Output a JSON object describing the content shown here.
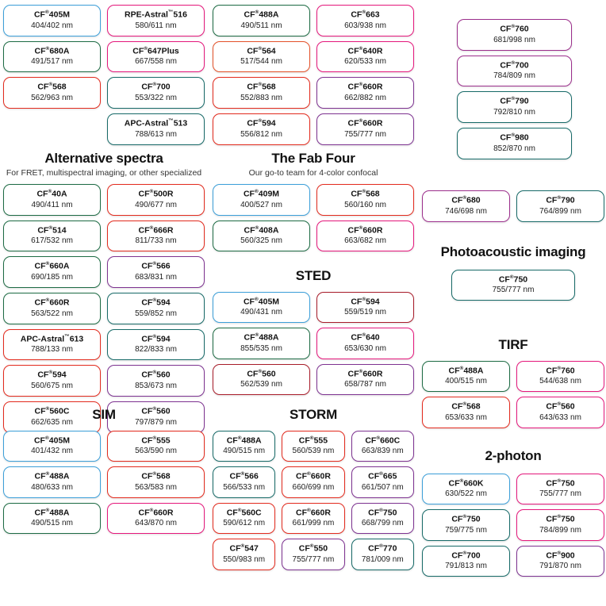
{
  "sections": {
    "top_left": {
      "title": "",
      "subtitle": "",
      "items": [
        {
          "name": "CF",
          "sup": "®",
          "num": "405M",
          "wl": "404/402 nm",
          "color": "blue"
        },
        {
          "name": "RPE-Astral",
          "sup": "™",
          "num": "516",
          "wl": "580/611 nm",
          "color": "magenta"
        },
        {
          "name": "CF",
          "sup": "®",
          "num": "680A",
          "wl": "491/517 nm",
          "color": "green"
        },
        {
          "name": "CF",
          "sup": "®",
          "num": "647Plus",
          "wl": "667/558 nm",
          "color": "magenta"
        },
        {
          "name": "CF",
          "sup": "®",
          "num": "568",
          "wl": "562/963 nm",
          "color": "red"
        },
        {
          "name": "CF",
          "sup": "®",
          "num": "700",
          "wl": "553/322 nm",
          "color": "teal"
        },
        {
          "name": "",
          "sup": "",
          "num": "",
          "wl": "",
          "color": "none"
        },
        {
          "name": "APC-Astral",
          "sup": "™",
          "num": "513",
          "wl": "788/613 nm",
          "color": "teal"
        }
      ]
    },
    "top_mid": {
      "items": [
        {
          "name": "CF",
          "sup": "®",
          "num": "488A",
          "wl": "490/511 nm",
          "color": "green"
        },
        {
          "name": "CF",
          "sup": "®",
          "num": "663",
          "wl": "603/938 nm",
          "color": "magenta"
        },
        {
          "name": "CF",
          "sup": "®",
          "num": "564",
          "wl": "517/544 nm",
          "color": "orange"
        },
        {
          "name": "CF",
          "sup": "®",
          "num": "640R",
          "wl": "620/533 nm",
          "color": "magenta"
        },
        {
          "name": "CF",
          "sup": "®",
          "num": "568",
          "wl": "552/883 nm",
          "color": "red"
        },
        {
          "name": "CF",
          "sup": "®",
          "num": "660R",
          "wl": "662/882 nm",
          "color": "purple"
        },
        {
          "name": "CF",
          "sup": "®",
          "num": "594",
          "wl": "556/812 nm",
          "color": "red"
        },
        {
          "name": "CF",
          "sup": "®",
          "num": "660R",
          "wl": "755/777 nm",
          "color": "purple"
        }
      ]
    },
    "top_right": {
      "items": [
        {
          "name": "CF",
          "sup": "®",
          "num": "760",
          "wl": "681/998 nm",
          "color": "plum"
        },
        {
          "name": "CF",
          "sup": "®",
          "num": "700",
          "wl": "784/809 nm",
          "color": "plum"
        },
        {
          "name": "CF",
          "sup": "®",
          "num": "790",
          "wl": "792/810 nm",
          "color": "teal"
        },
        {
          "name": "CF",
          "sup": "®",
          "num": "980",
          "wl": "852/870 nm",
          "color": "teal"
        }
      ]
    },
    "alternative_spectra": {
      "title": "Alternative spectra",
      "subtitle": "For FRET, multispectral imaging, or other specialized",
      "items": [
        {
          "name": "CF",
          "sup": "®",
          "num": "40A",
          "wl": "490/411 nm",
          "color": "green"
        },
        {
          "name": "CF",
          "sup": "®",
          "num": "500R",
          "wl": "490/677 nm",
          "color": "red"
        },
        {
          "name": "CF",
          "sup": "®",
          "num": "514",
          "wl": "617/532 nm",
          "color": "green"
        },
        {
          "name": "CF",
          "sup": "®",
          "num": "666R",
          "wl": "811/733 nm",
          "color": "red"
        },
        {
          "name": "CF",
          "sup": "®",
          "num": "660A",
          "wl": "690/185 nm",
          "color": "green"
        },
        {
          "name": "CF",
          "sup": "®",
          "num": "566",
          "wl": "683/831 nm",
          "color": "purple"
        },
        {
          "name": "CF",
          "sup": "®",
          "num": "660R",
          "wl": "563/522 nm",
          "color": "green"
        },
        {
          "name": "CF",
          "sup": "®",
          "num": "594",
          "wl": "559/852 nm",
          "color": "teal"
        },
        {
          "name": "APC-Astral",
          "sup": "™",
          "num": "613",
          "wl": "788/133 nm",
          "color": "red"
        },
        {
          "name": "CF",
          "sup": "®",
          "num": "594",
          "wl": "822/833 nm",
          "color": "teal"
        },
        {
          "name": "CF",
          "sup": "®",
          "num": "594",
          "wl": "560/675 nm",
          "color": "red"
        },
        {
          "name": "CF",
          "sup": "®",
          "num": "560",
          "wl": "853/673 nm",
          "color": "purple"
        },
        {
          "name": "CF",
          "sup": "®",
          "num": "560C",
          "wl": "662/635 nm",
          "color": "red"
        },
        {
          "name": "CF",
          "sup": "®",
          "num": "560",
          "wl": "797/879 nm",
          "color": "purple"
        }
      ]
    },
    "fab_four": {
      "title": "The Fab Four",
      "subtitle": "Our go-to team for 4-color confocal",
      "items": [
        {
          "name": "CF",
          "sup": "®",
          "num": "409M",
          "wl": "400/527 nm",
          "color": "blue"
        },
        {
          "name": "CF",
          "sup": "®",
          "num": "568",
          "wl": "560/160 nm",
          "color": "red"
        },
        {
          "name": "CF",
          "sup": "®",
          "num": "408A",
          "wl": "560/325 nm",
          "color": "green"
        },
        {
          "name": "CF",
          "sup": "®",
          "num": "660R",
          "wl": "663/682 nm",
          "color": "magenta"
        }
      ]
    },
    "sted": {
      "title": "STED",
      "subtitle": "",
      "items": [
        {
          "name": "CF",
          "sup": "®",
          "num": "405M",
          "wl": "490/431 nm",
          "color": "blue"
        },
        {
          "name": "CF",
          "sup": "®",
          "num": "594",
          "wl": "559/519 nm",
          "color": "darkred"
        },
        {
          "name": "CF",
          "sup": "®",
          "num": "488A",
          "wl": "855/535 nm",
          "color": "green"
        },
        {
          "name": "CF",
          "sup": "®",
          "num": "640",
          "wl": "653/630 nm",
          "color": "magenta"
        },
        {
          "name": "CF",
          "sup": "®",
          "num": "560",
          "wl": "562/539 nm",
          "color": "darkred"
        },
        {
          "name": "CF",
          "sup": "®",
          "num": "660R",
          "wl": "658/787 nm",
          "color": "purple"
        }
      ]
    },
    "sim": {
      "title": "SIM",
      "subtitle": "",
      "items": [
        {
          "name": "CF",
          "sup": "®",
          "num": "405M",
          "wl": "401/432 nm",
          "color": "blue"
        },
        {
          "name": "CF",
          "sup": "®",
          "num": "555",
          "wl": "563/590 nm",
          "color": "red"
        },
        {
          "name": "CF",
          "sup": "®",
          "num": "488A",
          "wl": "480/633 nm",
          "color": "blue"
        },
        {
          "name": "CF",
          "sup": "®",
          "num": "568",
          "wl": "563/583 nm",
          "color": "red"
        },
        {
          "name": "CF",
          "sup": "®",
          "num": "488A",
          "wl": "490/515 nm",
          "color": "green"
        },
        {
          "name": "CF",
          "sup": "®",
          "num": "660R",
          "wl": "643/870 nm",
          "color": "magenta"
        }
      ]
    },
    "storm": {
      "title": "STORM",
      "subtitle": "",
      "items": [
        {
          "name": "CF",
          "sup": "®",
          "num": "488A",
          "wl": "490/515 nm",
          "color": "teal"
        },
        {
          "name": "CF",
          "sup": "®",
          "num": "555",
          "wl": "560/539 nm",
          "color": "red"
        },
        {
          "name": "CF",
          "sup": "®",
          "num": "660C",
          "wl": "663/839 nm",
          "color": "purple"
        },
        {
          "name": "CF",
          "sup": "®",
          "num": "566",
          "wl": "566/533 nm",
          "color": "teal"
        },
        {
          "name": "CF",
          "sup": "®",
          "num": "660R",
          "wl": "660/699 nm",
          "color": "red"
        },
        {
          "name": "CF",
          "sup": "®",
          "num": "665",
          "wl": "661/507 nm",
          "color": "purple"
        },
        {
          "name": "CF",
          "sup": "®",
          "num": "560C",
          "wl": "590/612 nm",
          "color": "red"
        },
        {
          "name": "CF",
          "sup": "®",
          "num": "660R",
          "wl": "661/999 nm",
          "color": "red"
        },
        {
          "name": "CF",
          "sup": "®",
          "num": "750",
          "wl": "668/799 nm",
          "color": "purple"
        },
        {
          "name": "CF",
          "sup": "®",
          "num": "547",
          "wl": "550/983 nm",
          "color": "red"
        },
        {
          "name": "CF",
          "sup": "®",
          "num": "550",
          "wl": "755/777 nm",
          "color": "purple"
        },
        {
          "name": "CF",
          "sup": "®",
          "num": "770",
          "wl": "781/009 nm",
          "color": "teal"
        }
      ]
    },
    "right_pair": {
      "items": [
        {
          "name": "CF",
          "sup": "®",
          "num": "680",
          "wl": "746/698 nm",
          "color": "plum"
        },
        {
          "name": "CF",
          "sup": "®",
          "num": "790",
          "wl": "764/899 nm",
          "color": "teal"
        }
      ]
    },
    "photoacoustic": {
      "title": "Photoacoustic imaging",
      "subtitle": "",
      "items": [
        {
          "name": "CF",
          "sup": "®",
          "num": "750",
          "wl": "755/777 nm",
          "color": "teal"
        }
      ]
    },
    "tirf": {
      "title": "TIRF",
      "subtitle": "",
      "items": [
        {
          "name": "CF",
          "sup": "®",
          "num": "488A",
          "wl": "400/515 nm",
          "color": "green"
        },
        {
          "name": "CF",
          "sup": "®",
          "num": "760",
          "wl": "544/638 nm",
          "color": "magenta"
        },
        {
          "name": "CF",
          "sup": "®",
          "num": "568",
          "wl": "653/633 nm",
          "color": "red"
        },
        {
          "name": "CF",
          "sup": "®",
          "num": "560",
          "wl": "643/633 nm",
          "color": "magenta"
        }
      ]
    },
    "two_photon": {
      "title": "2-photon",
      "subtitle": "",
      "items": [
        {
          "name": "CF",
          "sup": "®",
          "num": "660K",
          "wl": "630/522 nm",
          "color": "blue"
        },
        {
          "name": "CF",
          "sup": "®",
          "num": "750",
          "wl": "755/777 nm",
          "color": "magenta"
        },
        {
          "name": "CF",
          "sup": "®",
          "num": "750",
          "wl": "759/775 nm",
          "color": "teal"
        },
        {
          "name": "CF",
          "sup": "®",
          "num": "750",
          "wl": "784/899 nm",
          "color": "magenta"
        },
        {
          "name": "CF",
          "sup": "®",
          "num": "700",
          "wl": "791/813 nm",
          "color": "teal"
        },
        {
          "name": "CF",
          "sup": "®",
          "num": "900",
          "wl": "791/870 nm",
          "color": "purple"
        }
      ]
    }
  },
  "colors": {
    "blue": "#3c9fd9",
    "green": "#1d6b44",
    "red": "#e32b1e",
    "magenta": "#e5187c",
    "purple": "#7e3391",
    "teal": "#176a68",
    "darkred": "#a81c2a",
    "orange": "#e4522a",
    "plum": "#9c2f8c"
  }
}
